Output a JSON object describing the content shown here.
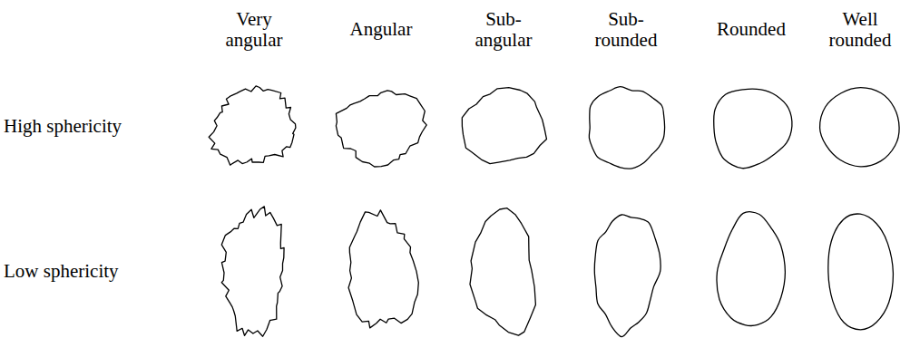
{
  "diagram": {
    "labels": [
      "Very angular",
      "Angular",
      "Sub-angular",
      "Sub-rounded",
      "Rounded",
      "Well rounded",
      "High sphericity",
      "Low sphericity"
    ]
  }
}
